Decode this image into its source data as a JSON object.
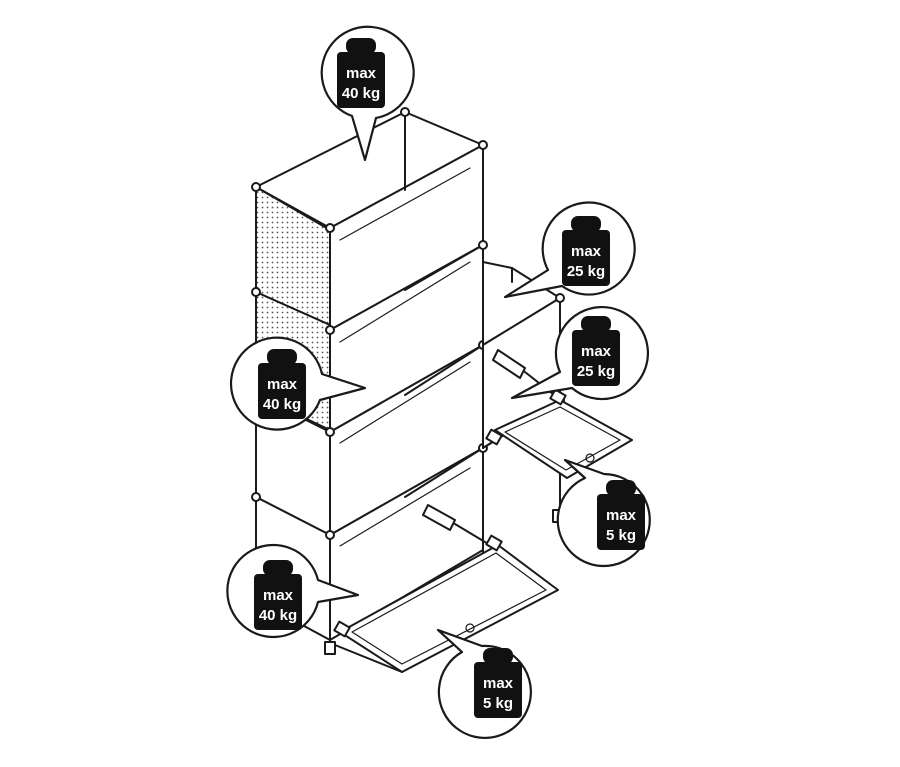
{
  "load_labels": [
    {
      "id": "top",
      "line1": "max",
      "line2": "40 kg"
    },
    {
      "id": "right-upper",
      "line1": "max",
      "line2": "25 kg"
    },
    {
      "id": "right-middle",
      "line1": "max",
      "line2": "25 kg"
    },
    {
      "id": "left-middle",
      "line1": "max",
      "line2": "40 kg"
    },
    {
      "id": "right-lower",
      "line1": "max",
      "line2": "5 kg"
    },
    {
      "id": "left-bottom",
      "line1": "max",
      "line2": "40 kg"
    },
    {
      "id": "bottom",
      "line1": "max",
      "line2": "5 kg"
    }
  ],
  "icons": {
    "weight": "weight-icon"
  },
  "colors": {
    "line": "#1a1a1a",
    "weight_fill": "#111111",
    "background": "#ffffff"
  }
}
